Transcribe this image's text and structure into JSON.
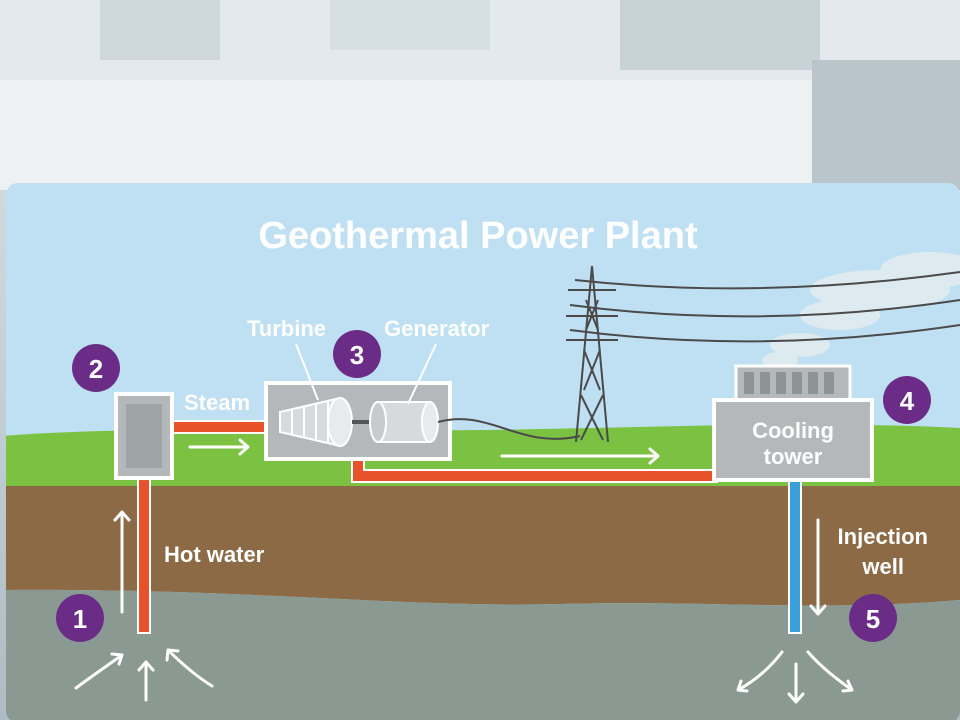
{
  "title": "Geothermal Power Plant",
  "labels": {
    "turbine": "Turbine",
    "generator": "Generator",
    "steam": "Steam",
    "hot_water": "Hot water",
    "cooling_line1": "Cooling",
    "cooling_line2": "tower",
    "injection_line1": "Injection",
    "injection_line2": "well"
  },
  "markers": [
    "1",
    "2",
    "3",
    "4",
    "5"
  ],
  "colors": {
    "sky": "#bfe0f3",
    "grass": "#7cc242",
    "soil": "#8b6a45",
    "rock": "#8a9a92",
    "hot_pipe": "#e8522a",
    "cold_pipe": "#3aa0dc",
    "marker": "#6a2c86",
    "equipment": "#b4b8bb"
  }
}
